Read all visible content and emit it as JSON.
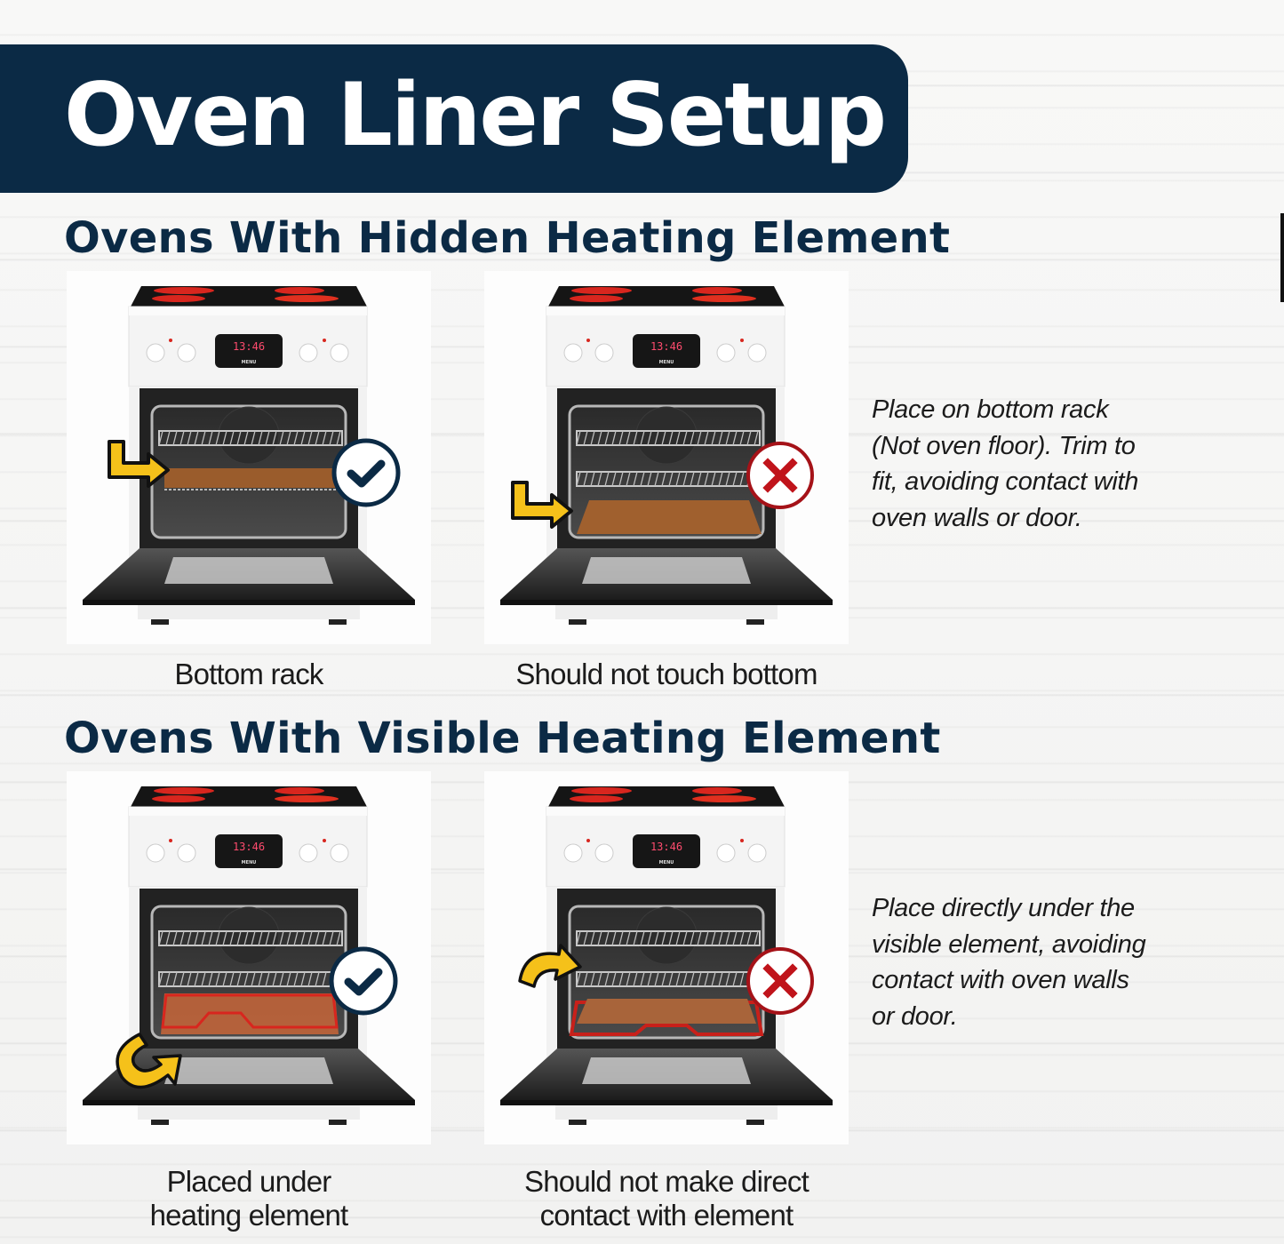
{
  "header": {
    "title": "Oven Liner Setup",
    "banner_color": "#0b2a45"
  },
  "sections": [
    {
      "heading": "Ovens With Hidden Heating Element",
      "note": [
        "Place on bottom rack",
        "(Not oven floor). Trim to",
        "fit, avoiding contact with",
        "oven walls or door."
      ],
      "panels": [
        {
          "caption": [
            "Bottom rack"
          ],
          "status": "correct",
          "status_icon": "check-icon",
          "arrow": "l-arrow-icon",
          "liner_position": "bottom-rack"
        },
        {
          "caption": [
            "Should not touch bottom"
          ],
          "status": "incorrect",
          "status_icon": "x-icon",
          "arrow": "l-arrow-icon",
          "liner_position": "oven-floor"
        }
      ]
    },
    {
      "heading": "Ovens With Visible Heating Element",
      "note": [
        "Place directly under the",
        "visible element, avoiding",
        "contact with oven walls",
        "or door."
      ],
      "panels": [
        {
          "caption": [
            "Placed under",
            "heating element"
          ],
          "status": "correct",
          "status_icon": "check-icon",
          "arrow": "curved-arrow-icon",
          "liner_position": "under-element"
        },
        {
          "caption": [
            "Should not make direct",
            "contact with element"
          ],
          "status": "incorrect",
          "status_icon": "x-icon",
          "arrow": "curved-arrow-icon",
          "liner_position": "on-element"
        }
      ]
    }
  ],
  "oven": {
    "display_time": "13:46",
    "display_label": "MENU"
  },
  "colors": {
    "navy": "#0b2a45",
    "correct": "#0b2a45",
    "incorrect": "#c0141b",
    "liner": "#a0602e",
    "arrow": "#f5c11a",
    "element": "#d8261e"
  }
}
